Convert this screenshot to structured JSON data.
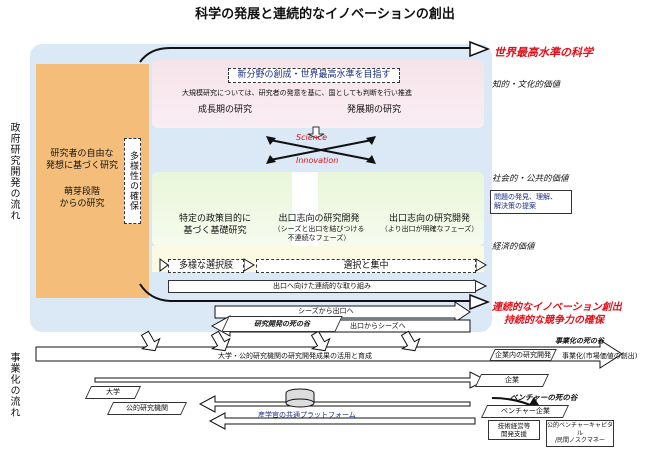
{
  "title": "科学の発展と連続的なイノベーションの創出",
  "side_labels": {
    "government": "政府研究開発の流れ",
    "business": "事業化の流れ"
  },
  "right_labels": {
    "world_class": "世界最高水準の科学",
    "intellectual": "知的・文化的価値",
    "social": "社会的・公共的価値",
    "economic": "経済的価値",
    "continuous_1": "連続的なイノベーション創出",
    "continuous_2": "持続的な競争力の確保"
  },
  "left_panel": {
    "free_research_1": "研究者の自由な",
    "free_research_2": "発想に基づく研究",
    "seed_1": "萌芽段階",
    "seed_2": "からの研究",
    "diversity": "多様性の確保"
  },
  "top_section": {
    "new_field": "新分野の創成・世界最高水準を目指す",
    "large_scale": "大規模研究については、研究者の発意を基に、国としても判断を行い推進",
    "growth": "成長期の研究",
    "development": "発展期の研究"
  },
  "cross": {
    "science": "Science",
    "innovation": "Innovation"
  },
  "bottom_section": {
    "policy_1": "特定の政策目的に",
    "policy_2": "基づく基礎研究",
    "exit_a_1": "出口志向の研究開発",
    "exit_a_2": "（シーズと出口を結びつける",
    "exit_a_3": "不連続なフェーズ）",
    "exit_b_1": "出口志向の研究開発",
    "exit_b_2": "（より出口が明確なフェーズ）",
    "proposal_1": "問題の発見、理解、",
    "proposal_2": "解決策の提案",
    "diverse_options": "多様な選択肢",
    "selection": "選択と集中",
    "continuous_effort": "出口へ向けた連続的な取り組み"
  },
  "flows": {
    "seeds_to_exit": "シーズから出口へ",
    "death_valley_research": "研究開発の死の谷",
    "exit_to_seeds": "出口からシーズへ",
    "death_valley_commercial": "事業化の死の谷",
    "university_utilization": "大学・公的研究機関の研究開発成果の活用と育成",
    "corporate_rd": "企業内の研究開発",
    "commercialization": "事業化(市場価値の創出)",
    "university": "大学",
    "public_institute": "公的研究機関",
    "platform": "産学官の共通プラットフォーム",
    "company": "企業",
    "venture_death_valley": "ベンチャーの死の谷",
    "venture_company": "ベンチャー企業",
    "tech_support_1": "技術経営等",
    "tech_support_2": "開発支援",
    "vc_1": "公的ベンチャーキャピタル",
    "vc_2": "/民間ノスクマネー"
  },
  "colors": {
    "panel_blue": "#dbe9f7",
    "orange": "#f4be7a",
    "red": "#e0101a",
    "text_blue": "#1a2f8a"
  }
}
